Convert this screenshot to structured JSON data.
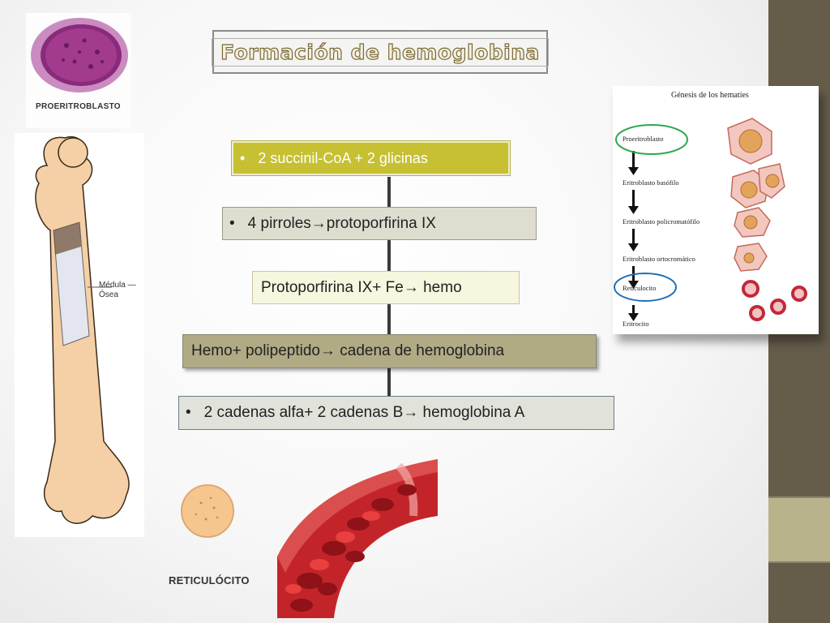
{
  "title": "Formación de hemoglobina",
  "steps": [
    {
      "bullet": "•",
      "text": "2 succinil-CoA + 2 glicinas"
    },
    {
      "bullet": "•",
      "text": "4 pirroles→protoporfirina IX"
    },
    {
      "bullet": "",
      "text": "Protoporfirina IX+ Fe→ hemo"
    },
    {
      "bullet": "",
      "text": "Hemo+ polipeptido→ cadena de hemoglobina"
    },
    {
      "bullet": "•",
      "text": "2 cadenas alfa+ 2 cadenas B→ hemoglobina A"
    }
  ],
  "images": {
    "proeritroblasto_label": "PROERITROBLASTO",
    "medula_label_line1": "Médula —",
    "medula_label_line2": "Ósea",
    "reticulocito_label": "RETICULÓCITO"
  },
  "genesis": {
    "title": "Génesis de los hematíes",
    "stages": [
      "Proeritroblasto",
      "Eritroblasto basófilo",
      "Eritroblasto policromatófilo",
      "Eritroblasto ortocromático",
      "Reticulocito",
      "Eritrocito"
    ]
  },
  "colors": {
    "accent_olive": "#c6c032",
    "band_dark": "#655c4a",
    "band_light": "#b8b38a",
    "highlight_green": "#2aa84a",
    "highlight_blue": "#1f6fb5"
  }
}
